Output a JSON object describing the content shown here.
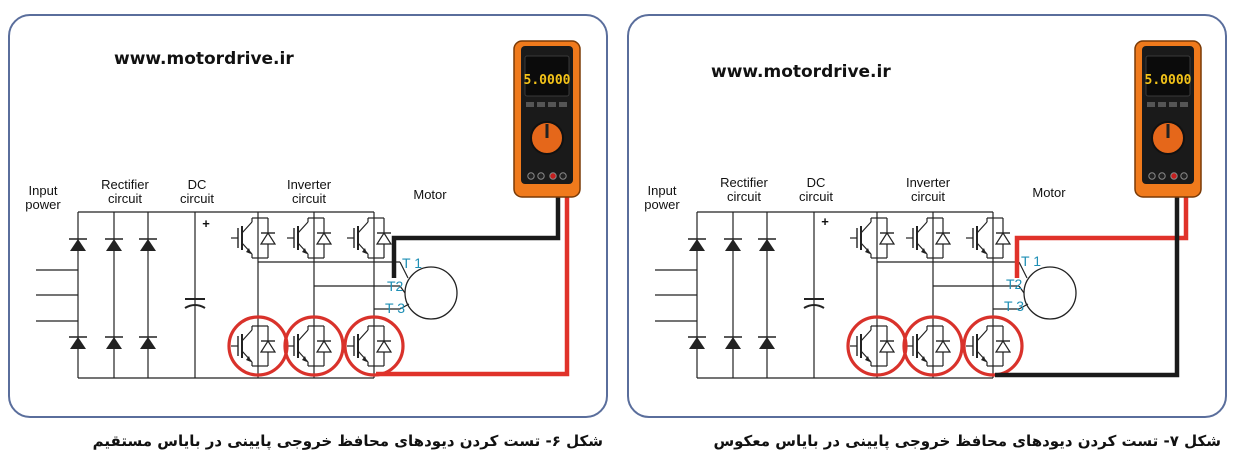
{
  "panels": [
    {
      "website": "www.motordrive.ir",
      "labels": {
        "input_power": [
          "Input",
          "power"
        ],
        "rectifier": [
          "Rectifier",
          "circuit"
        ],
        "dc": [
          "DC",
          "circuit"
        ],
        "inverter": [
          "Inverter",
          "circuit"
        ],
        "motor": "Motor",
        "plus": "+"
      },
      "terminals": [
        "T 1",
        "T2",
        "T 3"
      ],
      "meter_reading": "5.0000",
      "caption": "شکل ۶- تست کردن دیودهای محافظ خروجی پایینی در بایاس مستقیم"
    },
    {
      "website": "www.motordrive.ir",
      "labels": {
        "input_power": [
          "Input",
          "power"
        ],
        "rectifier": [
          "Rectifier",
          "circuit"
        ],
        "dc": [
          "DC",
          "circuit"
        ],
        "inverter": [
          "Inverter",
          "circuit"
        ],
        "motor": "Motor",
        "plus": "+"
      },
      "terminals": [
        "T 1",
        "T2",
        "T 3"
      ],
      "meter_reading": "5.0000",
      "caption": "شکل ۷- تست کردن دیودهای محافظ خروجی پایینی در بایاس معکوس"
    }
  ],
  "colors": {
    "frame": "#5a6e9c",
    "highlight_circle": "#d9322b",
    "red_probe": "#e0322a",
    "black_probe": "#1a1a1a",
    "terminal_text": "#1e8fb5",
    "meter_body": "#f07a1c"
  }
}
